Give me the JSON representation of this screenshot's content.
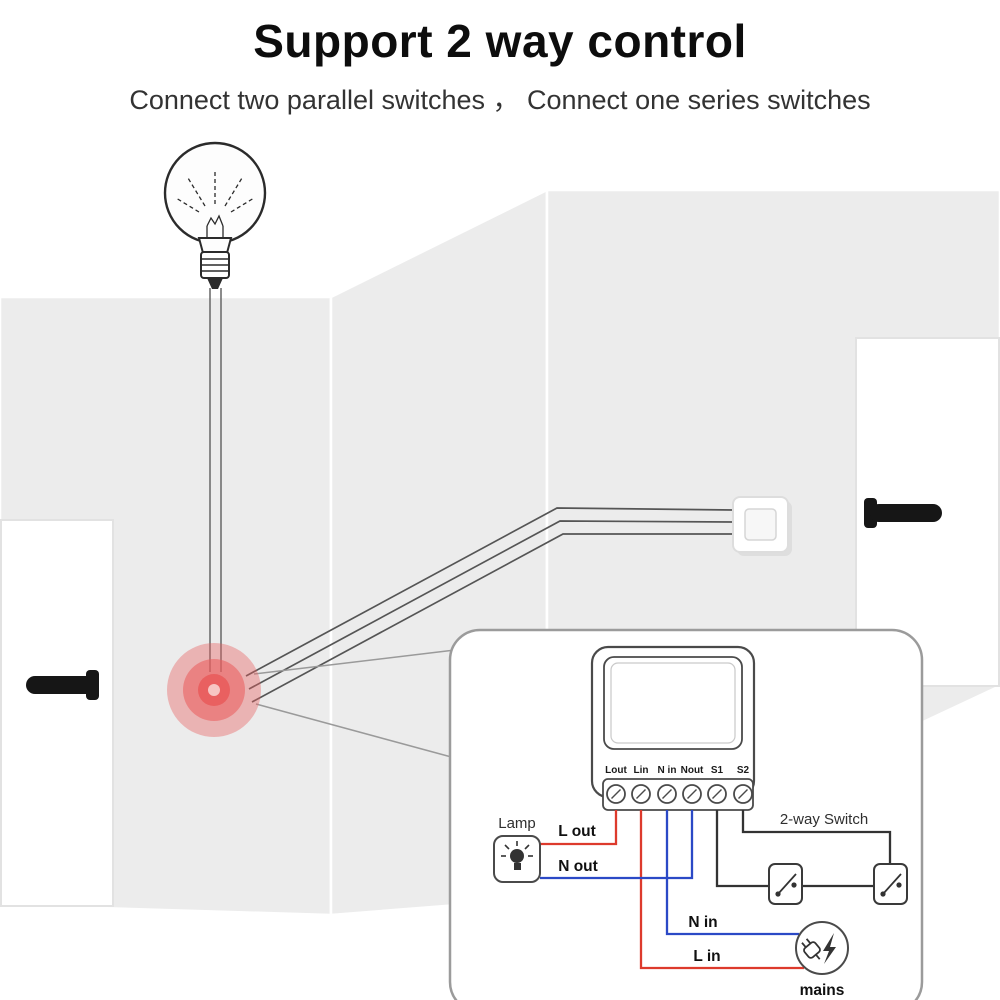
{
  "header": {
    "title": "Support 2 way control",
    "subtitle": "Connect two parallel switches ， Connect one series switches"
  },
  "diagram": {
    "terminals": [
      "Lout",
      "Lin",
      "N in",
      "Nout",
      "S1",
      "S2"
    ],
    "labels": {
      "lamp": "Lamp",
      "l_out": "L out",
      "n_out": "N out",
      "two_way_switch": "2-way Switch",
      "n_in": "N in",
      "l_in": "L in",
      "mains": "mains"
    },
    "colors": {
      "live_wire": "#dd3a2c",
      "neutral_wire": "#2b49c6",
      "traveler_wire": "#333333",
      "highlight": "#e96060",
      "wall": "#ececec"
    }
  }
}
